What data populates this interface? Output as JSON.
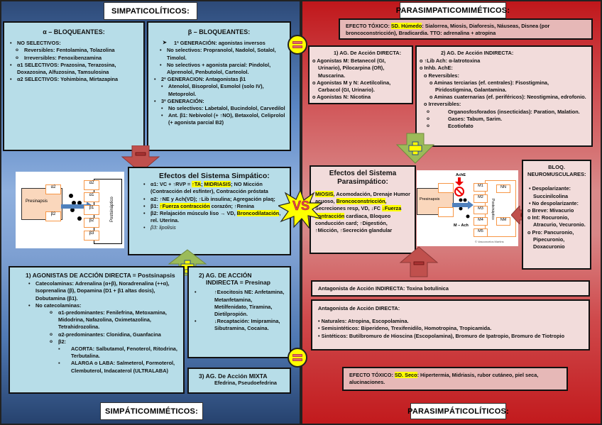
{
  "labels": {
    "simpaticoliticos": "SIMPATICOLÍTICOS:",
    "simpaticomimeticos": "SIMPÁTICOMIMÉTICOS:",
    "parasimpaticomimeticos": "PARASIMPATICOMIMÉTICOS:",
    "parasimpaticoliticos": "PARASIMPÁTICOLÍTICOS:"
  },
  "alpha": {
    "title": "α – BLOQUEANTES:",
    "l1": "NO SELECTIVOS:",
    "l2": "Reversibles: Fentolamina, Tolazolina",
    "l3": "Irreversibles: Fenoxibenzamina",
    "l4": "α1 SELECTIVOS: Prazosina, Terazosina, Doxazosina, Alfuzosina, Tamsulosina",
    "l5": "α2 SELECTIVOS: Yohimbina, Mirtazapina"
  },
  "beta": {
    "title": "β – BLOQUEANTES:",
    "l1": "1ª GENERACIÓN: agonistas inversos",
    "l2": "No selectivos: Propranolol, Nadolol, Sotalol, Timolol.",
    "l3": "No selectivos + agonista parcial: Pindolol, Alprenolol, Penbutolol, Carteolol.",
    "l4": "2ª GENERACION: Antagonistas β1",
    "l5": "Atenolol, Bisoprolol, Esmolol (solo IV), Metoprolol.",
    "l6": "3ª GENERACIÓN:",
    "l7": "No selectivos: Labetalol, Bucindolol, Carvedilol",
    "l8": "Ant. β1: Nebivolol (+ ↑NO), Betaxolol, Celiprolol (+ agonista parcial B2)"
  },
  "symp_diagram": {
    "pre": "Presinapsis",
    "post": "Postsináptico",
    "pre_r1": "α2",
    "pre_r2": "β2",
    "r1": "α2",
    "r2": "α1",
    "r3": "β1",
    "r4": "β2",
    "r5": "β3"
  },
  "symp_effects": {
    "title": "Efectos del Sistema Simpático:",
    "a1_a": "α1: VC + ↑RVP = ",
    "a1_hl1": "↑TA",
    "a1_b": "; ",
    "a1_hl2": "MIDRIASIS",
    "a1_c": "; NO Micción (Contracción del esfínter), Contracción próstata",
    "a2": "α2: ↑NE y Ach(VD); ↑Lib insulina; Agregación plaq;",
    "b1_hl": "↑Fuerza contracción",
    "b1_rest": " corazón; ↑Renina",
    "b2_a": "β2: Relajación músculo liso → VD,",
    "b2_hl": "Broncodilatación",
    "b2_rest": ", rel. Uterina.",
    "b3": "β3: lipolisis"
  },
  "agonists_direct": {
    "title": "1)    AGONISTAS DE ACCIÓN DIRECTA = Postsinapsis",
    "l1": "Catecolaminas: Adrenalina (α+β), Noradrenalina (++α), Isoprenalina (β), Dopamina (D1 + β1 altas dosis), Dobutamina (β1).",
    "l2": "No catecolaminas:",
    "l3": "α1-predominantes: Fenilefrina, Metoxamina, Midodrina, Nafazolina, Oximetazolina, Tetrahidrozolina.",
    "l4": "α2-predominantes: Clonidina, Guanfacina",
    "l5": "β2:",
    "l6": "ACORTA: Salbutamol, Fenoterol, Ritodrina, Terbutalina.",
    "l7": "ALARGA o LABA: Salmeterol, Formoterol, Clembuterol, Indacaterol (ULTRALABA)"
  },
  "agonists_indirect": {
    "title": "2)   AG. DE ACCIÓN INDIRECTA = Presinap",
    "l1": "↑Exocitosis NE: Anfetamina, Metanfetamina, Metilfenidato, Tiramina, Dietilpropión.",
    "l2": "↓Recaptación: Imipramina, Sibutramina, Cocaina."
  },
  "agonists_mixed": {
    "title": "3)   AG. De Acción MIXTA",
    "l1": "Efedrina, Pseudoefedrina"
  },
  "toxic_wet": {
    "a": "EFECTO TÓXICO: ",
    "hl": "SD. Húmedo",
    "b": ": Sialorrea, Miosis, Diaforesis, Náuseas, Disnea (por broncoconstricción), Bradicardia. TTO: adrenalina + atropina"
  },
  "para_direct": {
    "title": "1)    AG. De Acción DIRECTA:",
    "l1": "Agonistas M: Betanecol (GI, Urinario), Pilocarpina (Oft), Muscarina.",
    "l2": "Agonistas M y N: Acetilcolina, Carbacol (GI, Urinario).",
    "l3": "Agonistas N: Nicotina"
  },
  "para_indirect": {
    "title": "2)    AG. De Acción INDIRECTA:",
    "l1": "↑Lib Ach: α-latrotoxina",
    "l2": "Inhb. AchE:",
    "l3": "Reversibles:",
    "l4": "Aminas terciarias (ef. centrales): Fisostigmina, Piridostigmina, Galantamina.",
    "l5": "Aminas cuaternarias (ef. periféricos): Neostigmina, edrofonio.",
    "l6": "Irreversibles:",
    "l7": "Organosfosforados (insecticidas): Paration, Malation.",
    "l8": "Gases: Tabum, Sarim.",
    "l9": "Ecotiofato"
  },
  "para_effects": {
    "title": "Efectos del Sistema Parasimpático:",
    "hl1": "MIOSIS",
    "t1": ", Acomodación, Drenaje Humor acuoso, ",
    "hl2": "Broncoconstricción",
    "t2": ", Secreciones resp, VD, ↓FC",
    "hl3": "↓Fuerza contracción",
    "t3": " cardiaca, Bloqueo conducción card; ↑Digestión, ↑Micción, ↑Secreción glandular"
  },
  "para_diagram": {
    "ache": "AchE",
    "pre": "Presinapsis",
    "post": "Postsináptico",
    "r1": "M1",
    "r2": "M2",
    "r3": "M3",
    "r4": "M4",
    "r5": "M5",
    "n1": "NN",
    "n2": "NM",
    "m_ach": "M – Ach",
    "credit": "© Vasconcelos Martins"
  },
  "nm_block": {
    "title": "BLOQ. NEUROMUSCULARES:",
    "l1": "Despolarizante: Succinilcolina",
    "l2": "No despolarizante:",
    "l3": "Breve: Mivacurio",
    "l4": "Int: Rocuronio, Atracurio, Vecuronio.",
    "l5": "Pro: Pancuronio, Pipecuronio, Doxacuronio"
  },
  "antag_indirect": "Antagonista de Acción INDIRECTA: Toxina botulínica",
  "antag_direct": {
    "title": "Antagonista de Acción DIRECTA:",
    "l1": "Naturales: Atropina, Escopolamina.",
    "l2": "Semisintéticos: Biperideno, Trexifenidilo, Homotropina, Tropicamida.",
    "l3": "Sintéticos: Butilbromuro de Hioscina (Escopolamina), Bromuro de Ipatropio, Bromuro de Tiotropio"
  },
  "toxic_dry": {
    "a": "EFECTO TÓXICO: ",
    "hl": "SD. Seco",
    "b": ": Hipertermia, Midriasis, rubor cutáneo, piel seca, alucinaciones."
  },
  "vs": "VS",
  "colors": {
    "highlight": "#ffff00",
    "blue_box": "#b7dde8",
    "pink_box": "#f2dcdb",
    "arrow_red": "#c0504d",
    "arrow_green": "#9bbb59"
  }
}
